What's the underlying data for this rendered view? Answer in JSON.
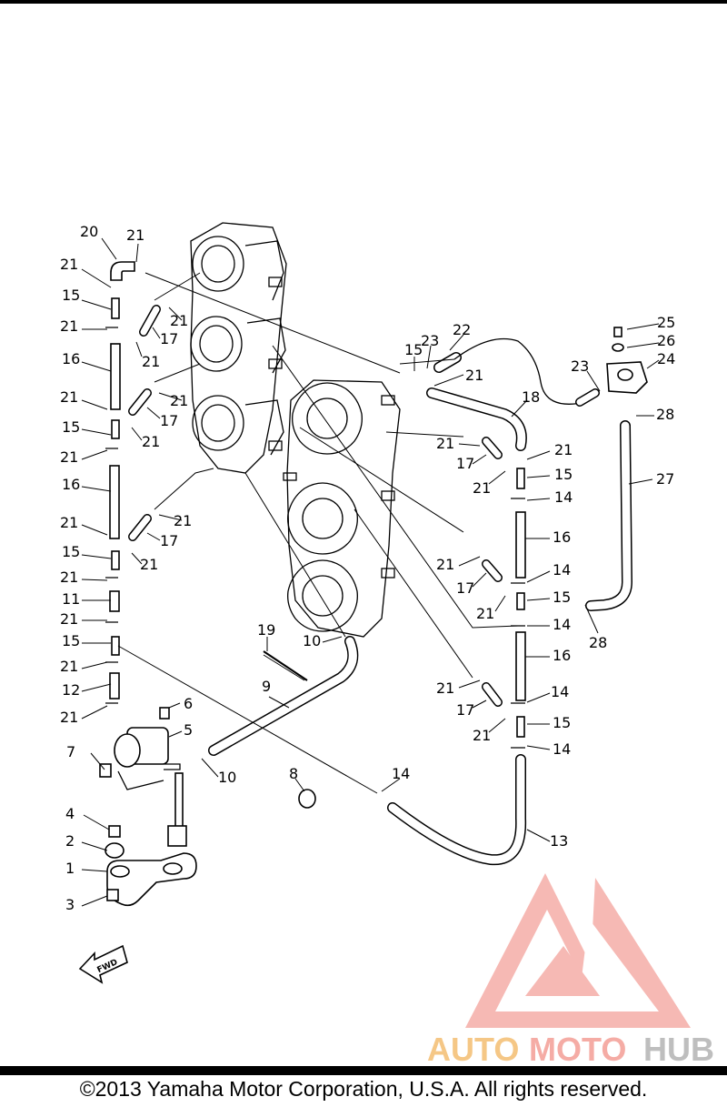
{
  "diagram": {
    "part_numbers": [
      "1",
      "2",
      "3",
      "4",
      "5",
      "6",
      "7",
      "8",
      "9",
      "10",
      "11",
      "12",
      "13",
      "14",
      "15",
      "16",
      "17",
      "18",
      "19",
      "20",
      "21",
      "22",
      "23",
      "24",
      "25",
      "26",
      "27",
      "28"
    ],
    "labels": [
      {
        "text": "20"
      },
      {
        "text": "21"
      },
      {
        "text": "21"
      },
      {
        "text": "15"
      },
      {
        "text": "21"
      },
      {
        "text": "17"
      },
      {
        "text": "21"
      },
      {
        "text": "21"
      },
      {
        "text": "16"
      },
      {
        "text": "21"
      },
      {
        "text": "21"
      },
      {
        "text": "17"
      },
      {
        "text": "15"
      },
      {
        "text": "21"
      },
      {
        "text": "21"
      },
      {
        "text": "16"
      },
      {
        "text": "21"
      },
      {
        "text": "21"
      },
      {
        "text": "17"
      },
      {
        "text": "15"
      },
      {
        "text": "21"
      },
      {
        "text": "21"
      },
      {
        "text": "11"
      },
      {
        "text": "21"
      },
      {
        "text": "15"
      },
      {
        "text": "21"
      },
      {
        "text": "12"
      },
      {
        "text": "21"
      },
      {
        "text": "6"
      },
      {
        "text": "5"
      },
      {
        "text": "7"
      },
      {
        "text": "10"
      },
      {
        "text": "4"
      },
      {
        "text": "2"
      },
      {
        "text": "1"
      },
      {
        "text": "3"
      },
      {
        "text": "19"
      },
      {
        "text": "10"
      },
      {
        "text": "9"
      },
      {
        "text": "8"
      },
      {
        "text": "14"
      },
      {
        "text": "13"
      },
      {
        "text": "22"
      },
      {
        "text": "23"
      },
      {
        "text": "15"
      },
      {
        "text": "21"
      },
      {
        "text": "18"
      },
      {
        "text": "23"
      },
      {
        "text": "25"
      },
      {
        "text": "26"
      },
      {
        "text": "24"
      },
      {
        "text": "28"
      },
      {
        "text": "21"
      },
      {
        "text": "17"
      },
      {
        "text": "21"
      },
      {
        "text": "21"
      },
      {
        "text": "15"
      },
      {
        "text": "14"
      },
      {
        "text": "16"
      },
      {
        "text": "21"
      },
      {
        "text": "17"
      },
      {
        "text": "14"
      },
      {
        "text": "21"
      },
      {
        "text": "15"
      },
      {
        "text": "14"
      },
      {
        "text": "16"
      },
      {
        "text": "21"
      },
      {
        "text": "17"
      },
      {
        "text": "14"
      },
      {
        "text": "21"
      },
      {
        "text": "15"
      },
      {
        "text": "14"
      },
      {
        "text": "27"
      },
      {
        "text": "28"
      }
    ],
    "fwd_label": "FWD"
  },
  "watermark": {
    "text_auto": "AUTO",
    "text_moto": "MOTO",
    "text_hub": "HUB",
    "color_primary": "#f2a6a0",
    "color_secondary": "#f7c58a",
    "color_hub": "#bdbdbd"
  },
  "footer": {
    "copyright": "©2013 Yamaha Motor Corporation, U.S.A. All rights reserved."
  }
}
